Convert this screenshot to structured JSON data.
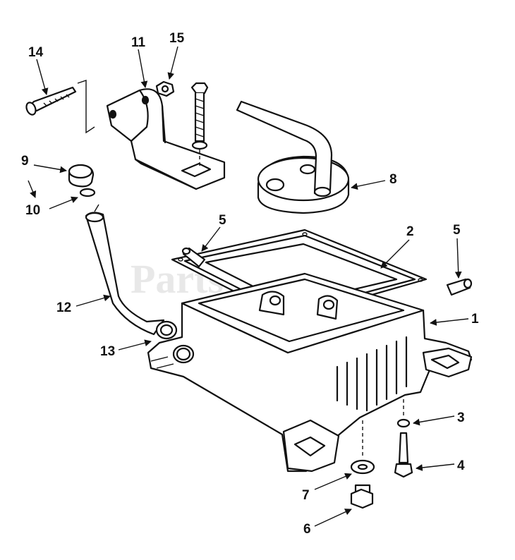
{
  "watermark": "PartsTree",
  "callouts": {
    "c1": "1",
    "c2": "2",
    "c3": "3",
    "c4": "4",
    "c5a": "5",
    "c5b": "5",
    "c6": "6",
    "c7": "7",
    "c8": "8",
    "c9": "9",
    "c10": "10",
    "c11": "11",
    "c12": "12",
    "c13": "13",
    "c14": "14",
    "c15": "15"
  }
}
